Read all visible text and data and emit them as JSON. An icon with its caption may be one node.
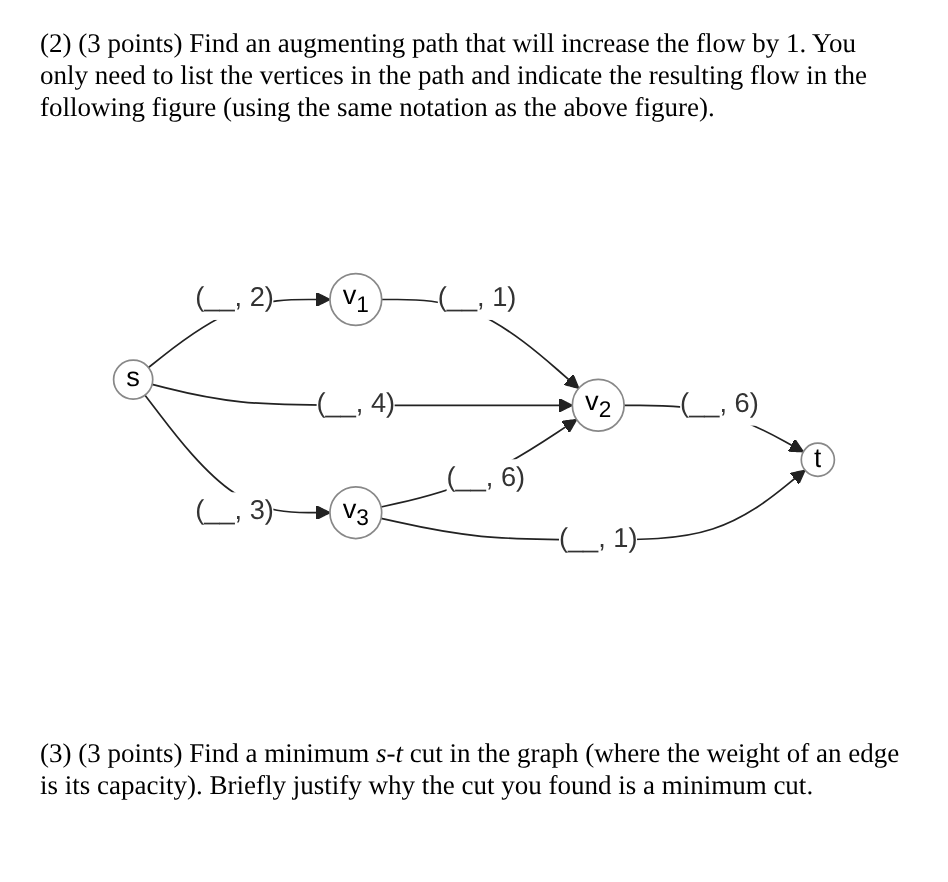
{
  "diagram": {
    "title": "(2) (3 points) Find an augmenting path that will increase the flow by 1. You only need to list the vertices in the path and indicate the resulting flow in the following figure (using the same notation as the above figure).",
    "caption": "(3) (3 points) Find a minimum *s-t* cut in the graph (where the weight of an edge is its capacity). Briefly justify why the cut you found is a minimum cut.",
    "nodes": [
      {
        "text": [
          "s"
        ]
      },
      {
        "text": [
          "v$_{1}$"
        ]
      },
      {
        "text": [
          "v$_{2}$"
        ]
      },
      {
        "text": [
          "v$_{3}$"
        ]
      },
      {
        "text": [
          "t"
        ]
      }
    ],
    "edges": [
      {
        "from": 0,
        "to": 1,
        "arrow": "to",
        "label": "(__, 2)"
      },
      {
        "from": 1,
        "to": 2,
        "arrow": "to",
        "label": "(__, 1)"
      },
      {
        "from": 0,
        "to": 2,
        "arrow": "to",
        "label": "(__, 4)"
      },
      {
        "from": 2,
        "to": 4,
        "arrow": "to",
        "label": "(__, 6)"
      },
      {
        "from": 0,
        "to": 3,
        "arrow": "to",
        "label": "(__, 3)"
      },
      {
        "from": 3,
        "to": 2,
        "arrow": "to",
        "label": "(__, 6)"
      },
      {
        "from": 3,
        "to": 4,
        "arrow": "to",
        "label": "(__, 1)"
      }
    ]
  }
}
